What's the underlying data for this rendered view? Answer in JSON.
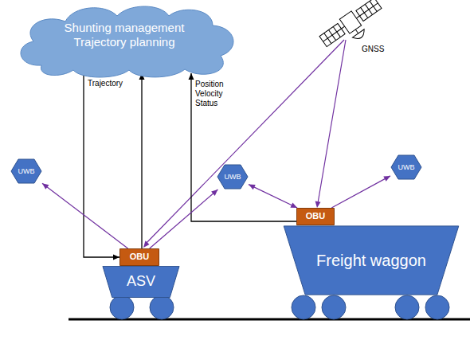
{
  "diagram": {
    "nodes": [
      {
        "text": [
          "Shunting management Trajectory planning"
        ]
      },
      {
        "text": [
          "UWB"
        ]
      },
      {
        "text": [
          "UWB"
        ]
      },
      {
        "text": [
          "UWB"
        ]
      },
      {
        "text": [
          "OBU"
        ]
      },
      {
        "text": [
          "ASV"
        ]
      },
      {
        "text": [
          "OBU"
        ]
      },
      {
        "text": [
          "Freight waggon"
        ]
      }
    ],
    "edges": [
      {
        "from": 0,
        "to": 4,
        "arrow": "to",
        "label": "Trajectory"
      },
      {
        "from": 4,
        "to": 0,
        "arrow": "to"
      },
      {
        "from": 6,
        "to": 0,
        "arrow": "to",
        "label": "Position Velocity Status"
      },
      {
        "from": 4,
        "to": 1,
        "arrow": "to"
      },
      {
        "from": 4,
        "to": 2,
        "arrow": "to"
      },
      {
        "from": 6,
        "to": 2,
        "arrow": "both"
      },
      {
        "from": 6,
        "to": 3,
        "arrow": "to"
      }
    ],
    "labels": [
      "GNSS"
    ]
  }
}
